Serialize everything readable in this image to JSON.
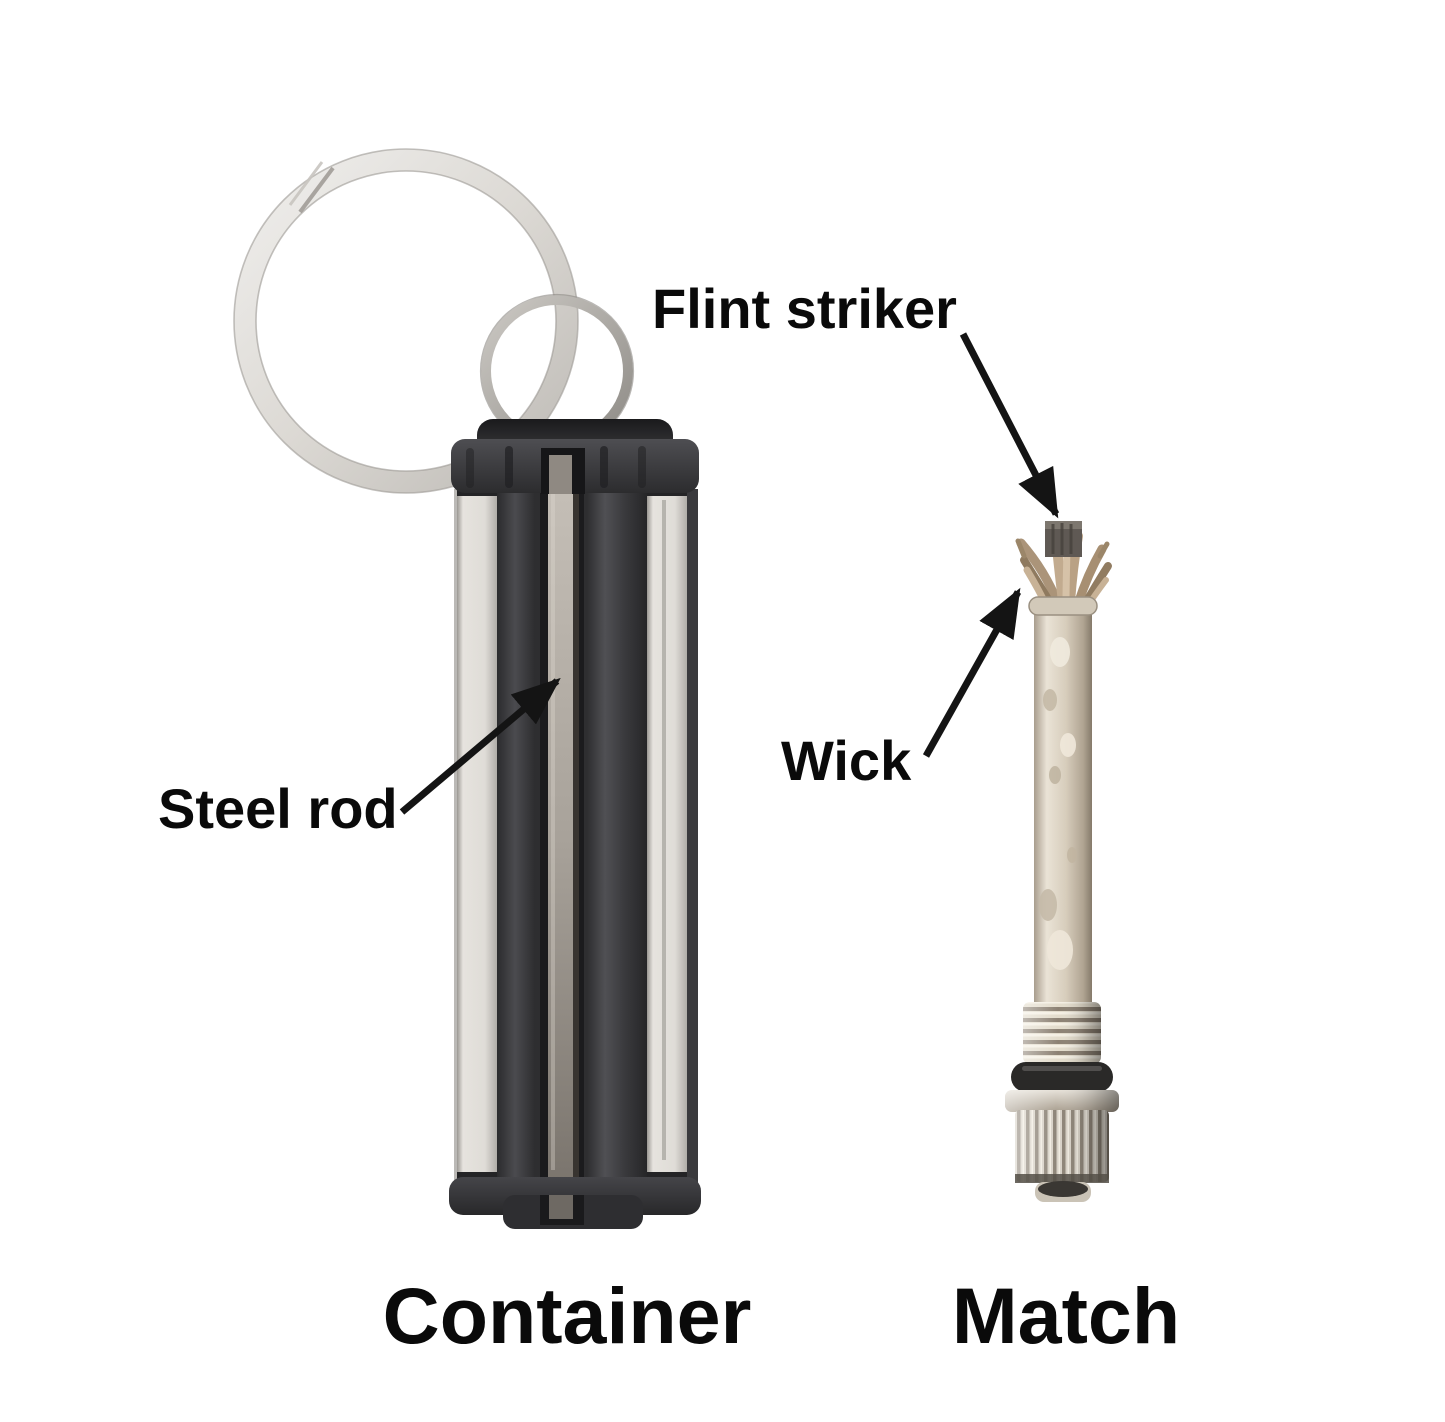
{
  "figure": {
    "labels": {
      "flint_striker": "Flint striker",
      "wick": "Wick",
      "steel_rod": "Steel rod"
    },
    "captions": {
      "container": "Container",
      "match": "Match"
    },
    "icons": {
      "arrow_flint_striker": "arrow-pointer",
      "arrow_wick": "arrow-pointer",
      "arrow_steel_rod": "arrow-pointer"
    },
    "colors": {
      "background": "#ffffff",
      "text": "#0a0a0a",
      "arrow": "#141414",
      "keyring_silver": "#d7d4cf",
      "plastic_black": "#3a3a3d",
      "panel_silver": "#e0ddd8",
      "steel_rod_gray": "#a8a29a",
      "match_rod": "#d6ccbc",
      "wick_fiber": "#c2ab8f",
      "o_ring_black": "#2a2928"
    }
  }
}
